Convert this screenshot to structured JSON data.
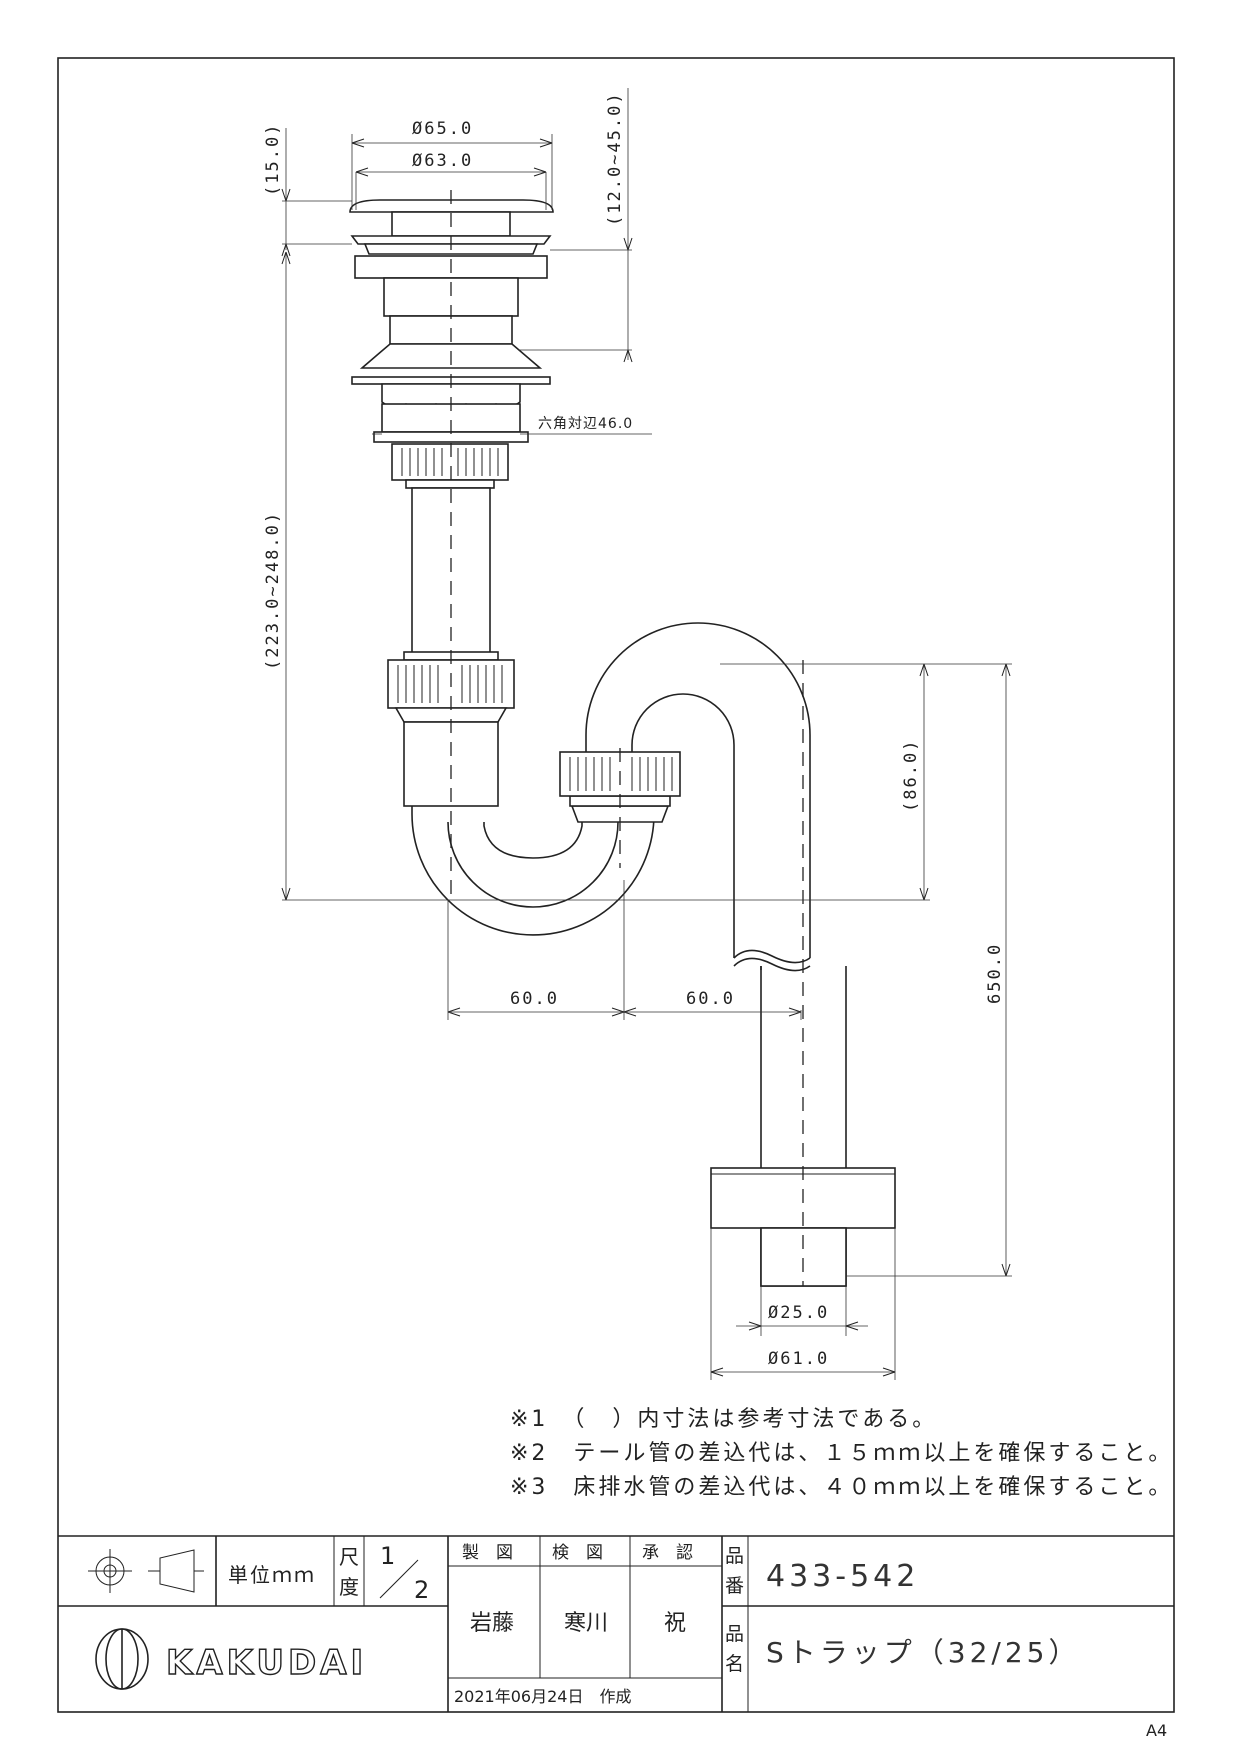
{
  "dimensions": {
    "dia_outer": "Ø65.0",
    "dia_inner": "Ø63.0",
    "cap_height": "(15.0)",
    "adjust_range": "(12.0~45.0)",
    "hex": "六角対辺46.0",
    "total_height": "(223.0~248.0)",
    "trap_height": "(86.0)",
    "offset_left": "60.0",
    "offset_right": "60.0",
    "drop_length": "650.0",
    "pipe_dia": "Ø25.0",
    "flange_dia": "Ø61.0"
  },
  "notes": [
    "※1　（　）内寸法は参考寸法である。",
    "※2　テール管の差込代は、１５ｍｍ以上を確保すること。",
    "※3　床排水管の差込代は、４０ｍｍ以上を確保すること。"
  ],
  "title_block": {
    "unit": "単位ｍｍ",
    "scale_label_1": "尺",
    "scale_label_2": "度",
    "scale_num": "1",
    "scale_den": "2",
    "drawn_label": "製　図",
    "checked_label": "検　図",
    "approved_label": "承　認",
    "drawn_by": "岩藤",
    "checked_by": "寒川",
    "approved_by": "祝",
    "part_no_label_1": "品",
    "part_no_label_2": "番",
    "part_no": "433-542",
    "part_name_label_1": "品",
    "part_name_label_2": "名",
    "part_name": "Sトラップ（32/25）",
    "date": "2021年06月24日　作成",
    "company": "KAKUDAI",
    "sheet_size": "A4"
  }
}
